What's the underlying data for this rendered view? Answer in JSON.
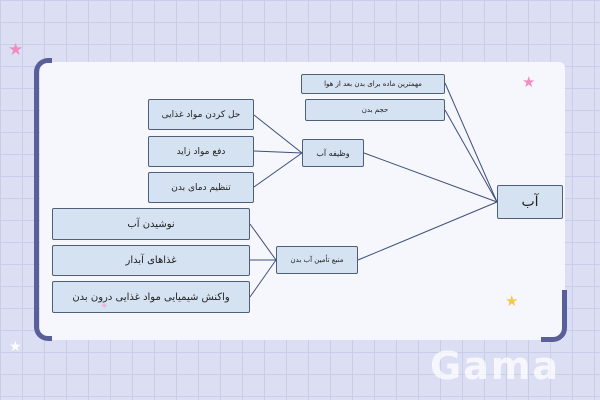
{
  "diagram": {
    "root": "آب",
    "function_node": "وظیفه آب",
    "source_node": "منبع تأمین آب بدن",
    "facts": [
      "مهمترین ماده برای بدن بعد از هوا",
      "حجم بدن"
    ],
    "functions": [
      "حل کردن مواد غذایی",
      "دفع مواد زاید",
      "تنظیم دمای بدن"
    ],
    "sources": [
      "نوشیدن آب",
      "غذاهای آبدار",
      "واکنش شیمیایی مواد غذایی درون بدن"
    ]
  },
  "logo_text": "Gama",
  "colors": {
    "node_fill": "#d5e2f1",
    "node_border": "#4f5f7a",
    "bracket": "#5b5f99",
    "star_pink": "#f08cc0",
    "star_yellow": "#f5c84a"
  }
}
